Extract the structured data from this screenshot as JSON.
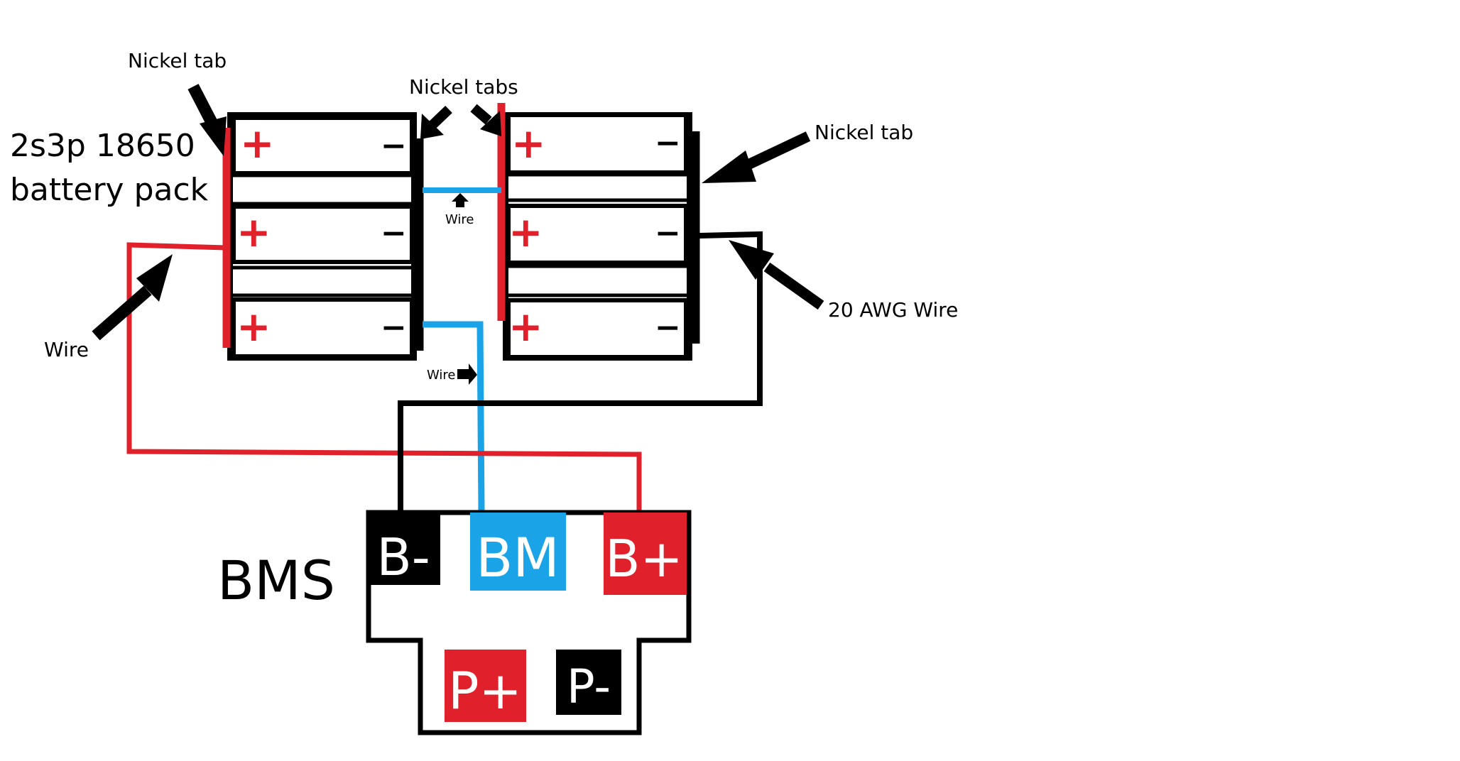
{
  "title_line1": "2s3p 18650",
  "title_line2": "battery pack",
  "labels": {
    "nickel_tab_left": "Nickel tab",
    "nickel_tabs_middle": "Nickel tabs",
    "nickel_tab_right": "Nickel tab",
    "wire_left": "Wire",
    "wire_middle_top": "Wire",
    "wire_middle_bottom": "Wire",
    "awg_wire": "20 AWG Wire",
    "bms": "BMS"
  },
  "cell_symbols": {
    "plus": "+",
    "minus": "−"
  },
  "bms_pads": {
    "b_minus": "B-",
    "bm": "BM",
    "b_plus": "B+",
    "p_plus": "P+",
    "p_minus": "P-"
  },
  "colors": {
    "red": "#e0202a",
    "blue": "#1ba3e8",
    "black": "#000000",
    "white": "#ffffff"
  }
}
